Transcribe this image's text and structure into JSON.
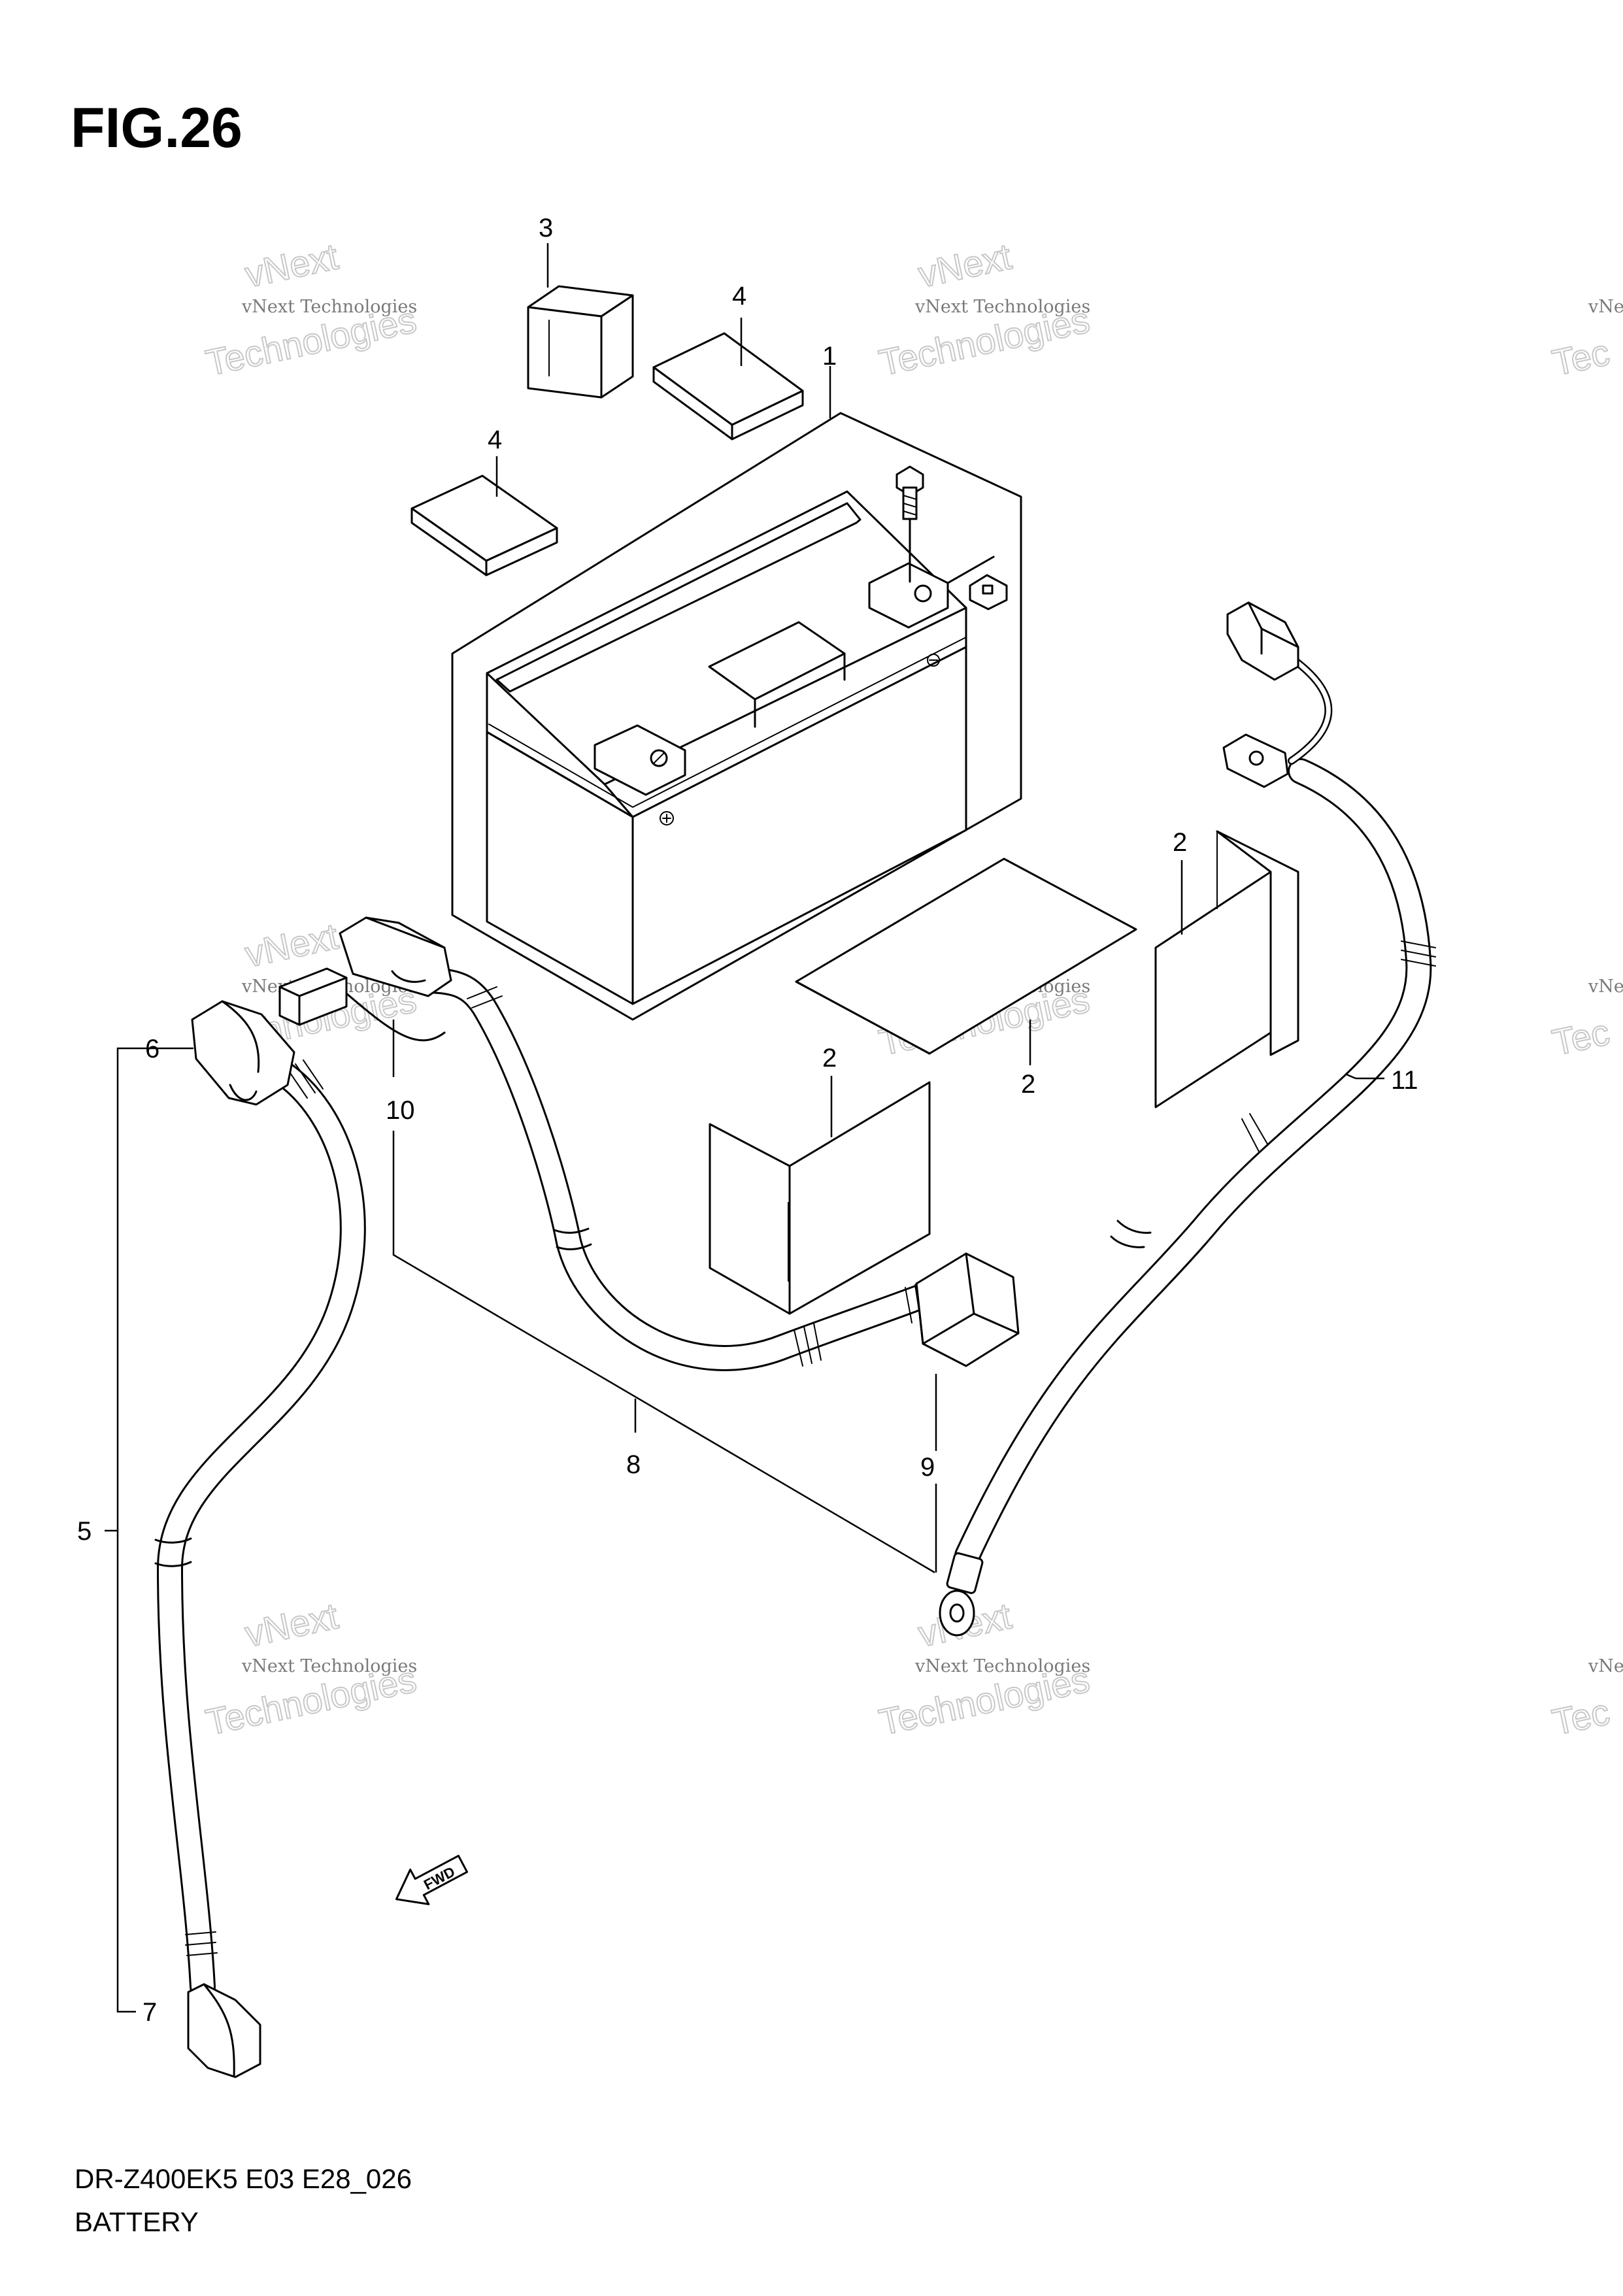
{
  "figure": {
    "title": "FIG.26"
  },
  "callouts": [
    {
      "id": "c1",
      "text": "1"
    },
    {
      "id": "c2a",
      "text": "2"
    },
    {
      "id": "c2b",
      "text": "2"
    },
    {
      "id": "c2c",
      "text": "2"
    },
    {
      "id": "c3",
      "text": "3"
    },
    {
      "id": "c4a",
      "text": "4"
    },
    {
      "id": "c4b",
      "text": "4"
    },
    {
      "id": "c5",
      "text": "5"
    },
    {
      "id": "c6",
      "text": "6"
    },
    {
      "id": "c7",
      "text": "7"
    },
    {
      "id": "c8",
      "text": "8"
    },
    {
      "id": "c9",
      "text": "9"
    },
    {
      "id": "c10",
      "text": "10"
    },
    {
      "id": "c11",
      "text": "11"
    }
  ],
  "fwd_label": "FWD",
  "watermark": {
    "line1": "vNext Technologies",
    "line2": "vNext",
    "line3": "Technologies",
    "edge1": "vNe",
    "edge2": "Tec"
  },
  "footer": {
    "model_code": "DR-Z400EK5 E03 E28_026",
    "section_name": "BATTERY"
  }
}
